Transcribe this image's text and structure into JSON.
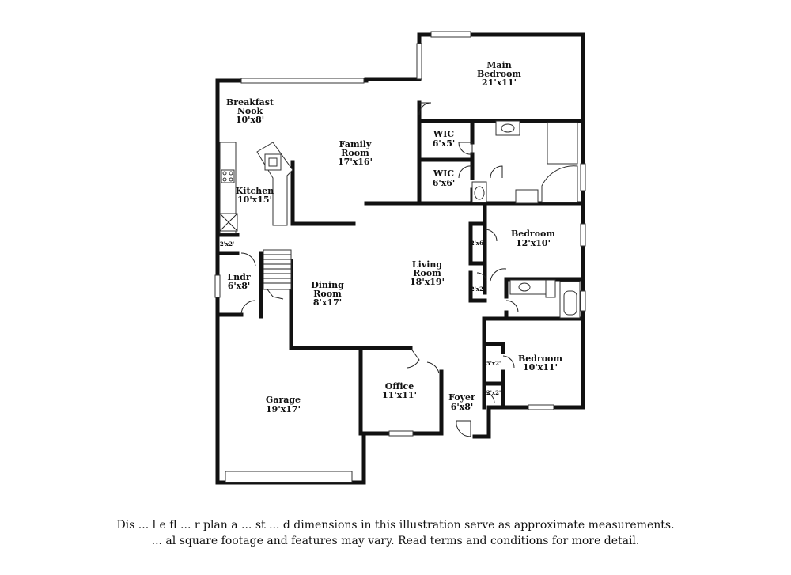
{
  "rooms": {
    "main_bedroom": {
      "name1": "Main",
      "name2": "Bedroom",
      "dims": "21'x11'"
    },
    "breakfast_nook": {
      "name1": "Breakfast",
      "name2": "Nook",
      "dims": "10'x8'"
    },
    "family_room": {
      "name1": "Family",
      "name2": "Room",
      "dims": "17'x16'"
    },
    "wic1": {
      "name": "WIC",
      "dims": "6'x5'"
    },
    "wic2": {
      "name": "WIC",
      "dims": "6'x6'"
    },
    "kitchen": {
      "name": "Kitchen",
      "dims": "10'x15'"
    },
    "bedroom2": {
      "name": "Bedroom",
      "dims": "12'x10'"
    },
    "living_room": {
      "name1": "Living",
      "name2": "Room",
      "dims": "18'x19'"
    },
    "dining_room": {
      "name1": "Dining",
      "name2": "Room",
      "dims": "8'x17'"
    },
    "laundry": {
      "name": "Lndr",
      "dims": "6'x8'"
    },
    "bedroom3": {
      "name": "Bedroom",
      "dims": "10'x11'"
    },
    "office": {
      "name": "Office",
      "dims": "11'x11'"
    },
    "foyer": {
      "name": "Foyer",
      "dims": "6'x8'"
    },
    "garage": {
      "name": "Garage",
      "dims": "19'x17'"
    }
  },
  "closets": {
    "pantry": "2'x2'",
    "closet_2x6": "2'x6'",
    "closet_2x2_living": "2'x2'",
    "closet_5x2": "5'x2'",
    "closet_2x2_foyer": "2'x2'"
  },
  "disclaimer": {
    "line1": "Dis ... l e fl ... r plan a ... st ... d dimensions in this illustration serve as approximate measurements.",
    "line2": "... al square footage and features may vary. Read terms and conditions for more detail."
  }
}
